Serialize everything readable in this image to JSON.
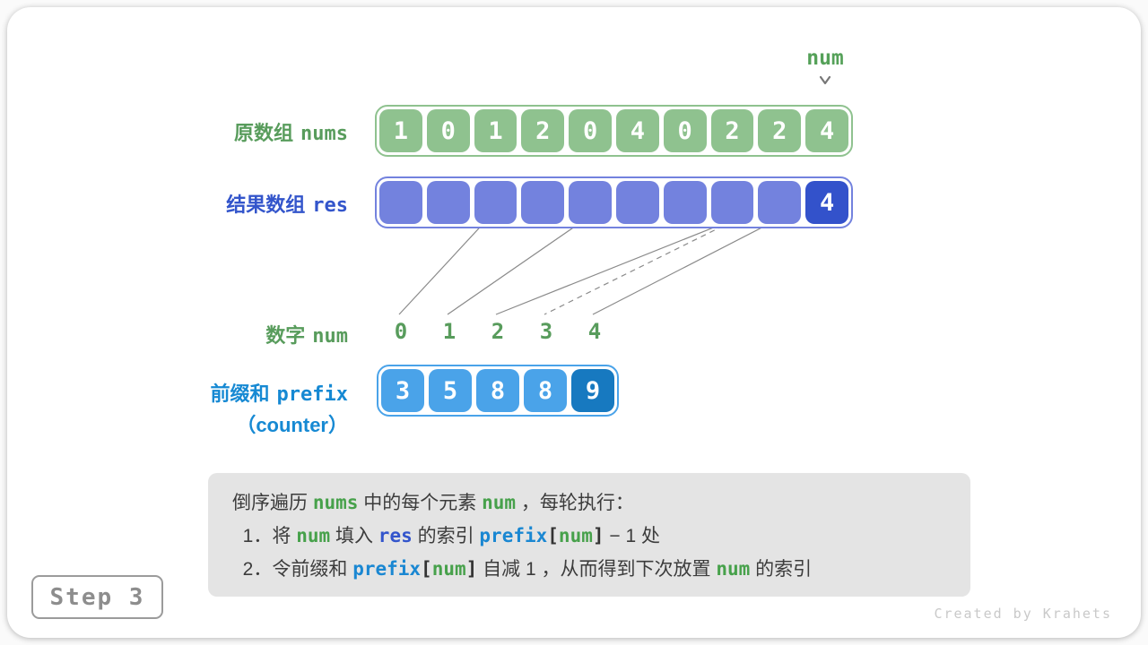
{
  "pointer": {
    "label": "num"
  },
  "rows": {
    "nums": {
      "label_zh": "原数组",
      "label_code": "nums",
      "cells": [
        "1",
        "0",
        "1",
        "2",
        "0",
        "4",
        "0",
        "2",
        "2",
        "4"
      ],
      "highlight_index": -1
    },
    "res": {
      "label_zh": "结果数组",
      "label_code": "res",
      "cells": [
        "",
        "",
        "",
        "",
        "",
        "",
        "",
        "",
        "",
        "4"
      ],
      "highlight_index": 9
    },
    "num": {
      "label_zh": "数字",
      "label_code": "num",
      "values": [
        "0",
        "1",
        "2",
        "3",
        "4"
      ]
    },
    "prefix": {
      "label_zh": "前缀和",
      "label_code": "prefix",
      "label_sub": "（counter）",
      "cells": [
        "3",
        "5",
        "8",
        "8",
        "9"
      ],
      "highlight_index": 4
    }
  },
  "connections": [
    {
      "num_index": 0,
      "res_index": 2,
      "dashed": false
    },
    {
      "num_index": 1,
      "res_index": 4,
      "dashed": false
    },
    {
      "num_index": 2,
      "res_index": 7,
      "dashed": false
    },
    {
      "num_index": 3,
      "res_index": 7,
      "dashed": true
    },
    {
      "num_index": 4,
      "res_index": 8,
      "dashed": false
    }
  ],
  "note": {
    "lines": [
      [
        {
          "t": "倒序遍历 ",
          "s": "plain"
        },
        {
          "t": "nums",
          "s": "green-code"
        },
        {
          "t": " 中的每个元素 ",
          "s": "plain"
        },
        {
          "t": "num",
          "s": "green-code"
        },
        {
          "t": " ，每轮执行：",
          "s": "plain"
        }
      ],
      [
        {
          "t": "  1．将 ",
          "s": "plain"
        },
        {
          "t": "num",
          "s": "green-code"
        },
        {
          "t": " 填入 ",
          "s": "plain"
        },
        {
          "t": "res",
          "s": "blue-code"
        },
        {
          "t": " 的索引 ",
          "s": "plain"
        },
        {
          "t": "prefix",
          "s": "cyan-code"
        },
        {
          "t": "[",
          "s": "bracket"
        },
        {
          "t": "num",
          "s": "green-code"
        },
        {
          "t": "]",
          "s": "bracket"
        },
        {
          "t": " − 1 处",
          "s": "plain"
        }
      ],
      [
        {
          "t": "  2．令前缀和 ",
          "s": "plain"
        },
        {
          "t": "prefix",
          "s": "cyan-code"
        },
        {
          "t": "[",
          "s": "bracket"
        },
        {
          "t": "num",
          "s": "green-code"
        },
        {
          "t": "]",
          "s": "bracket"
        },
        {
          "t": " 自减 1 ，从而得到下次放置 ",
          "s": "plain"
        },
        {
          "t": "num",
          "s": "green-code"
        },
        {
          "t": " 的索引",
          "s": "plain"
        }
      ]
    ]
  },
  "step_badge": {
    "label": "Step 3"
  },
  "credit": "Created by Krahets",
  "colors": {
    "nums_cell": "#8fc28f",
    "green_label": "#589c5c",
    "res_cell": "#7382de",
    "res_cell_highlight": "#3352cb",
    "res_label": "#3355cb",
    "prefix_cell": "#4aa3e9",
    "prefix_cell_highlight": "#1779c0",
    "prefix_label": "#1689d3",
    "connector_line": "#8a8a8a",
    "note_background": "#e4e4e4",
    "step_text": "#8d8d8d",
    "credit_text": "#c9c9c9"
  }
}
